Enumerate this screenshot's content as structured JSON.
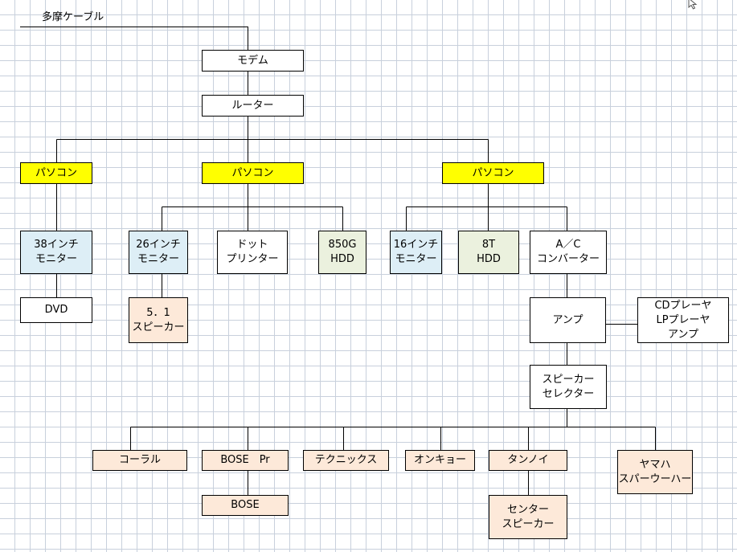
{
  "source_label": "多摩ケーブル",
  "colors": {
    "pc": "#ffff00",
    "monitor": "#ddeef6",
    "storage": "#ebf1de",
    "speaker": "#fde9d9",
    "plain": "#ffffff",
    "line": "#000000"
  },
  "nodes": {
    "modem": "モデム",
    "router": "ルーター",
    "pc_left": "パソコン",
    "pc_center": "パソコン",
    "pc_right": "パソコン",
    "monitor_38": "38インチ\nモニター",
    "dvd": "DVD",
    "monitor_26": "26インチ\nモニター",
    "speaker_51": "5．1\nスピーカー",
    "dot_printer": "ドット\nプリンター",
    "hdd_850g": "850G\nHDD",
    "monitor_16": "16インチ\nモニター",
    "hdd_8t": "8T\nHDD",
    "ac_converter": "A／C\nコンバーター",
    "amp": "アンプ",
    "cd_lp_amp": "CDプレーヤ\nLPプレーヤ\nアンプ",
    "speaker_selector": "スピーカー\nセレクター",
    "coral": "コーラル",
    "bose_pr": "BOSE　Pr",
    "bose": "BOSE",
    "technics": "テクニックス",
    "onkyo": "オンキョー",
    "tannoy": "タンノイ",
    "center_speaker": "センター\nスピーカー",
    "yamaha_sw": "ヤマハ\nスパーウーハー"
  }
}
